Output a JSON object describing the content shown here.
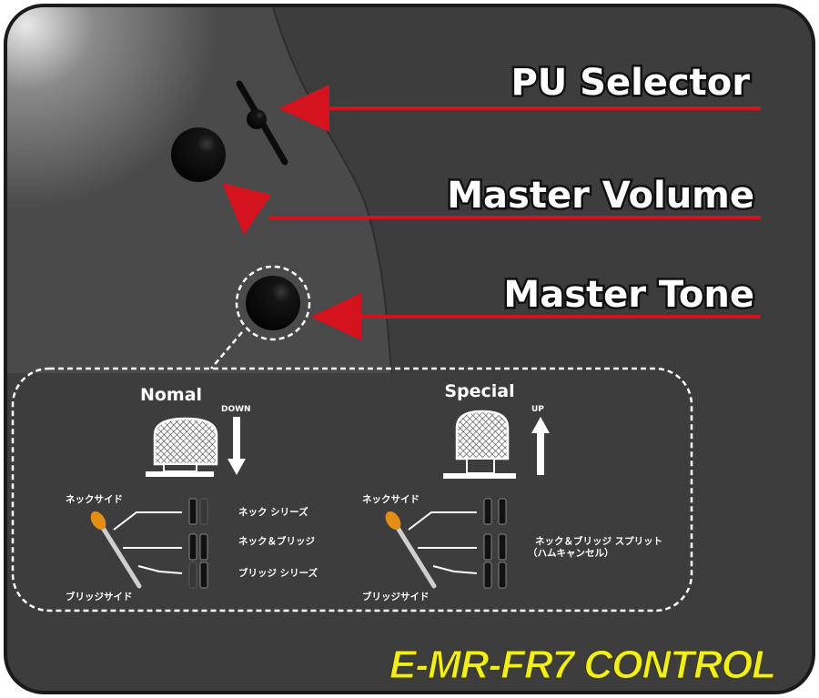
{
  "labels": {
    "pu_selector": "PU Selector",
    "master_volume": "Master Volume",
    "master_tone": "Master Tone",
    "footer": "E-MR-FR7 CONTROL"
  },
  "modes": {
    "normal": {
      "title": "Nomal",
      "direction": "DOWN",
      "neck_side": "ネックサイド",
      "bridge_side": "ブリッジサイド",
      "positions": [
        "ネック シリーズ",
        "ネック＆ブリッジ",
        "ブリッジ シリーズ"
      ]
    },
    "special": {
      "title": "Special",
      "direction": "UP",
      "neck_side": "ネックサイド",
      "bridge_side": "ブリッジサイド",
      "description_line1": "ネック＆ブリッジ スプリット",
      "description_line2": "（ハムキャンセル）"
    }
  },
  "colors": {
    "panel": "#3d3d3d",
    "pickguard": "#4a4a4a",
    "arrow": "#d4131e",
    "text": "#ffffff",
    "brand": "#f2ee1c"
  }
}
